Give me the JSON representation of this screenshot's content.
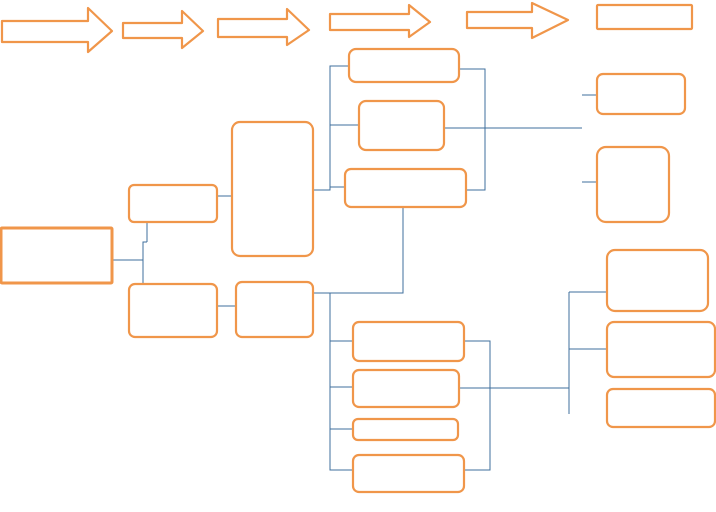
{
  "diagram": {
    "colors": {
      "box_stroke": "#f0964a",
      "connector": "#3f6f9c",
      "background": "#ffffff"
    },
    "header_arrows": [
      "arrow",
      "arrow",
      "arrow",
      "arrow",
      "arrow"
    ],
    "boxes": [
      "header-box-end",
      "root-box",
      "left-upper-box",
      "left-lower-box",
      "tall-center-box",
      "center-lower-box",
      "top-node-1",
      "top-node-2",
      "top-node-3",
      "right-top-box-1",
      "right-top-box-2",
      "bottom-node-1",
      "bottom-node-2",
      "bottom-node-3",
      "bottom-node-4",
      "right-bottom-box-1",
      "right-bottom-box-2",
      "right-bottom-box-3"
    ],
    "labels": []
  }
}
